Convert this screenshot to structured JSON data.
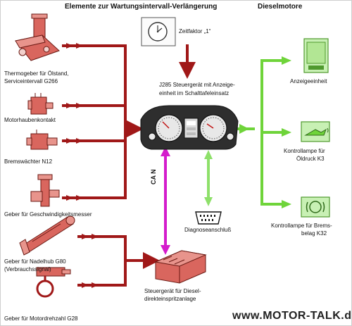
{
  "title": "Elemente zur Wartungsintervall-Verlängerung",
  "subtitle": "Dieselmotore",
  "zeitfaktor": "Zeitfaktor „1“",
  "center": {
    "line1": "J285 Steuergerät mit Anzeige-",
    "line2": "einheit im Schalttafeleinsatz"
  },
  "can_label": "CA N",
  "diag_label": "Diagnoseanschluß",
  "ecu": {
    "line1": "Steuergerät für Diesel-",
    "line2": "direkteinspritzanlage"
  },
  "inputs": {
    "thermo_1": "Thermogeber für Ölstand,",
    "thermo_2": "Serviceintervall G266",
    "hood": "Motorhaubenkontakt",
    "brake": "Bremswächter N12",
    "speed": "Geber für Geschwindigkeitsmesser",
    "needle_1": "Geber für Nadelhub G80",
    "needle_2": "(Verbrauchssignal)",
    "rpm": "Geber für Motordrehzahl G28"
  },
  "outputs": {
    "display": "Anzeigeeinheit",
    "oil_1": "Kontrollampe für",
    "oil_2": "Öldruck K3",
    "pad_1": "Kontrollampe für Brems-",
    "pad_2": "belag K32"
  },
  "watermark": "www.MOTOR-TALK.de",
  "colors": {
    "input_arrow": "#a01818",
    "output_arrow": "#6fd43a",
    "can_bus": "#d41ccc",
    "diag_link": "#8ee06a",
    "component": "#d9665e"
  }
}
